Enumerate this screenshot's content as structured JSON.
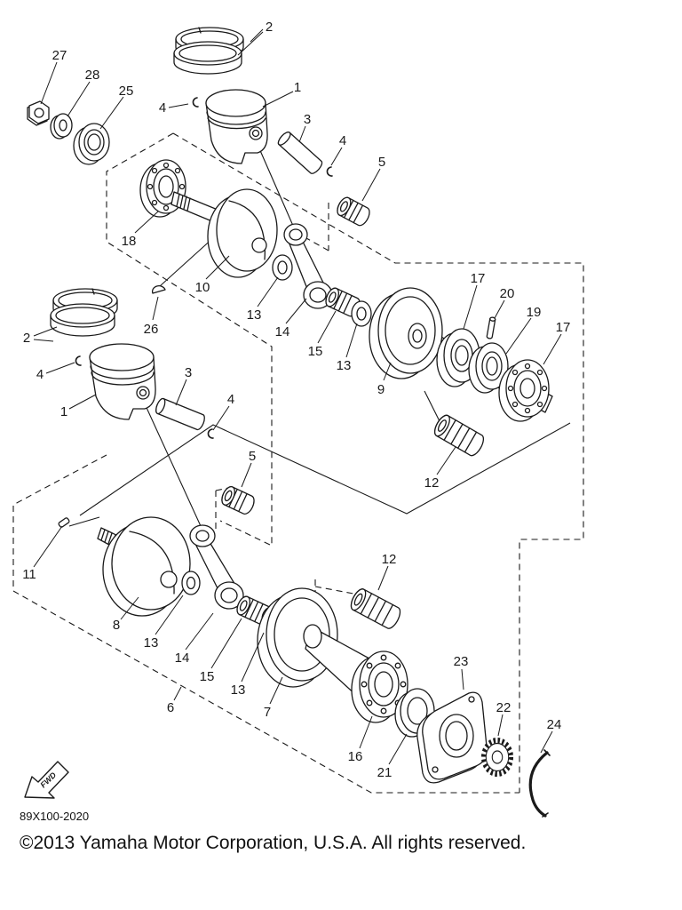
{
  "diagram": {
    "callouts": [
      "2",
      "1",
      "27",
      "28",
      "25",
      "4",
      "3",
      "4",
      "5",
      "18",
      "10",
      "13",
      "14",
      "15",
      "13",
      "9",
      "17",
      "20",
      "19",
      "17",
      "12",
      "26",
      "2",
      "4",
      "1",
      "3",
      "4",
      "5",
      "11",
      "8",
      "13",
      "14",
      "15",
      "13",
      "7",
      "12",
      "6",
      "16",
      "23",
      "22",
      "24",
      "21"
    ],
    "fwd_label": "FWD",
    "fwd_icon": "fwd-arrow-icon",
    "diagram_code": "89X100-2020",
    "copyright": "©2013 Yamaha Motor Corporation, U.S.A. All rights reserved.",
    "line_color": "#1a1a1a",
    "background": "#ffffff"
  }
}
